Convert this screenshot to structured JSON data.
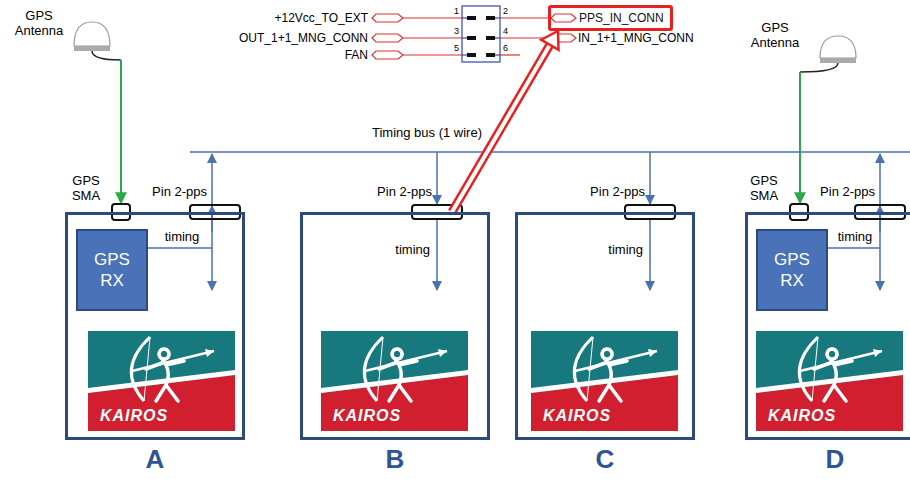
{
  "diagram": {
    "nodes": [
      {
        "text": [
          "PPS_IN_CONN"
        ]
      },
      {
        "text": [
          "A"
        ]
      },
      {
        "text": [
          "GPS RX"
        ],
        "in": 1
      },
      {
        "text": [
          "KAIROS"
        ],
        "in": 1
      },
      {
        "text": [
          "B"
        ]
      },
      {
        "text": [
          "KAIROS"
        ],
        "in": 4
      },
      {
        "text": [
          "C"
        ]
      },
      {
        "text": [
          "KAIROS"
        ],
        "in": 6
      },
      {
        "text": [
          "D"
        ]
      },
      {
        "text": [
          "GPS RX"
        ],
        "in": 8
      },
      {
        "text": [
          "KAIROS"
        ],
        "in": 8
      }
    ],
    "edges": [
      {
        "from": 4,
        "to": 0,
        "arrow": "to"
      }
    ],
    "labels": [
      "+12Vcc_TO_EXT",
      "OUT_1+1_MNG_CONN",
      "FAN",
      "1",
      "2",
      "3",
      "4",
      "5",
      "6",
      "IN_1+1_MNG_CONN",
      "GPS Antenna",
      "GPS Antenna",
      "Timing bus (1 wire)",
      "GPS SMA",
      "Pin 2-pps",
      "Pin 2-pps",
      "Pin 2-pps",
      "GPS SMA",
      "Pin 2-pps",
      "timing",
      "timing",
      "timing",
      "timing"
    ]
  }
}
